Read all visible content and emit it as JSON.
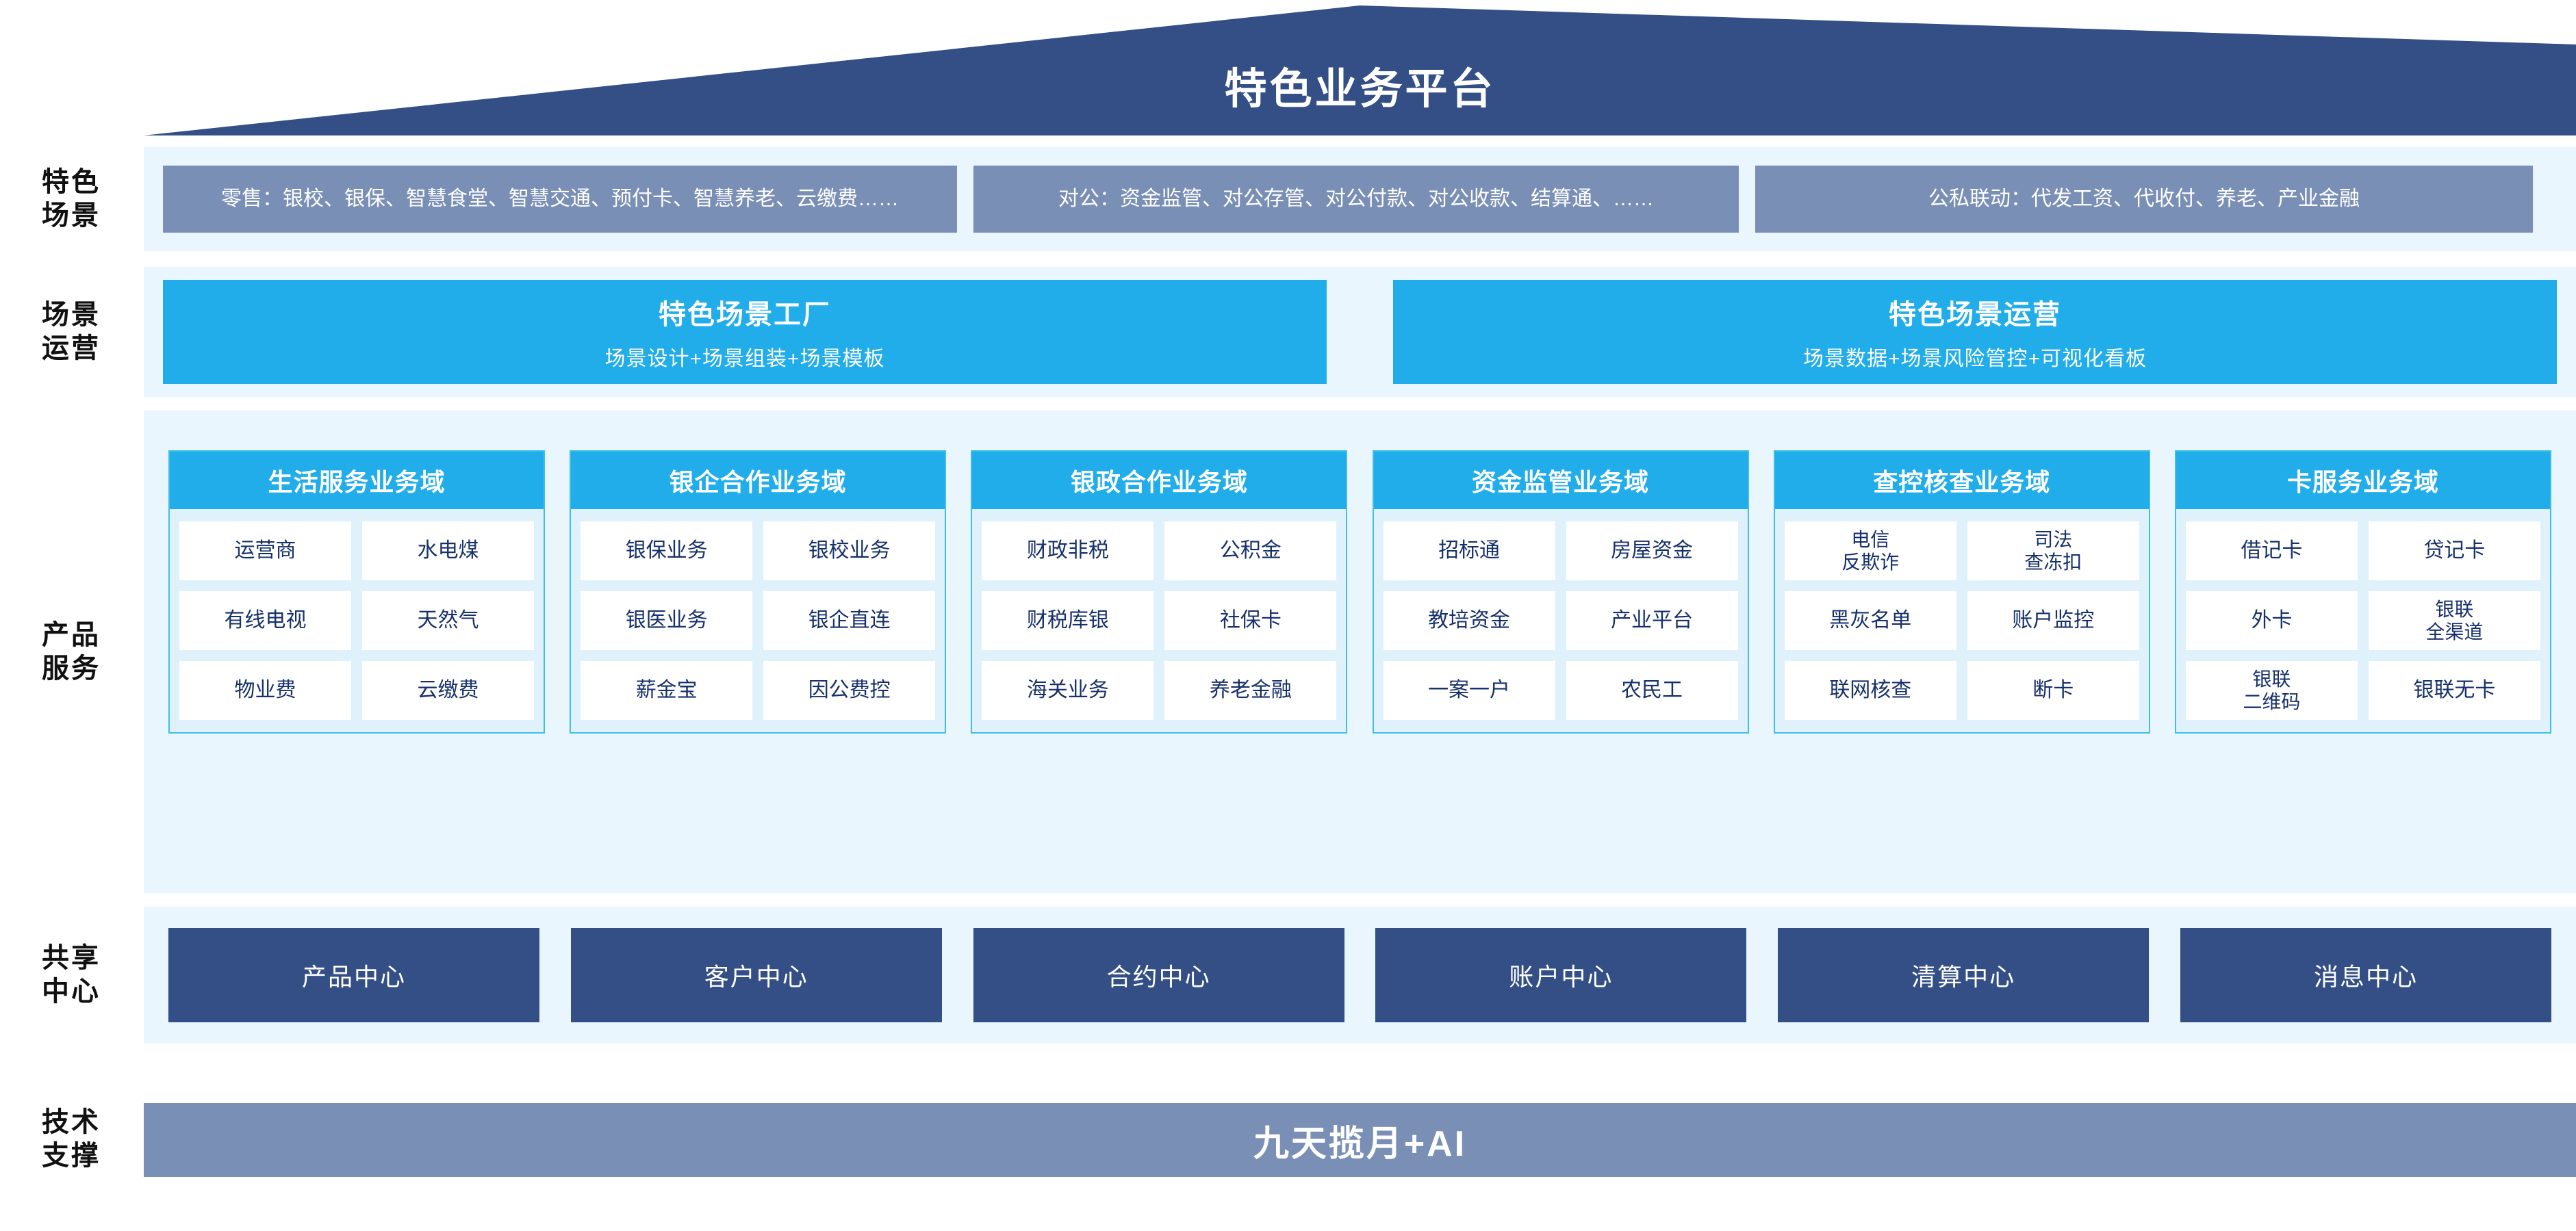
{
  "header": {
    "title": "特色业务平台"
  },
  "colors": {
    "roof_navy": "#334f86",
    "panel_bg": "#e9f6fd",
    "scenario_box": "#7a8fb5",
    "accent_cyan": "#20ade9",
    "card_border": "#3fbfe8",
    "card_inner_bg": "#dff1fb",
    "cell_text": "#16306b",
    "tech_bar": "#7a8fb5"
  },
  "rows": {
    "scenario": {
      "label_line1": "特色",
      "label_line2": "场景",
      "boxes": [
        {
          "text": "零售：银校、银保、智慧食堂、智慧交通、预付卡、智慧养老、云缴费……"
        },
        {
          "text": "对公：资金监管、对公存管、对公付款、对公收款、结算通、……"
        },
        {
          "text": "公私联动：代发工资、代收付、养老、产业金融"
        }
      ]
    },
    "operations": {
      "label_line1": "场景",
      "label_line2": "运营",
      "boxes": [
        {
          "title": "特色场景工厂",
          "subtitle": "场景设计+场景组装+场景模板"
        },
        {
          "title": "特色场景运营",
          "subtitle": "场景数据+场景风险管控+可视化看板"
        }
      ]
    },
    "products": {
      "label_line1": "产品",
      "label_line2": "服务",
      "columns": [
        {
          "title": "生活服务业务域",
          "items": [
            "运营商",
            "水电煤",
            "有线电视",
            "天然气",
            "物业费",
            "云缴费"
          ]
        },
        {
          "title": "银企合作业务域",
          "items": [
            "银保业务",
            "银校业务",
            "银医业务",
            "银企直连",
            "薪金宝",
            "因公费控"
          ]
        },
        {
          "title": "银政合作业务域",
          "items": [
            "财政非税",
            "公积金",
            "财税库银",
            "社保卡",
            "海关业务",
            "养老金融"
          ]
        },
        {
          "title": "资金监管业务域",
          "items": [
            "招标通",
            "房屋资金",
            "教培资金",
            "产业平台",
            "一案一户",
            "农民工"
          ]
        },
        {
          "title": "查控核查业务域",
          "items": [
            "电信\n反欺诈",
            "司法\n查冻扣",
            "黑灰名单",
            "账户监控",
            "联网核查",
            "断卡"
          ]
        },
        {
          "title": "卡服务业务域",
          "items": [
            "借记卡",
            "贷记卡",
            "外卡",
            "银联\n全渠道",
            "银联\n二维码",
            "银联无卡"
          ]
        }
      ]
    },
    "shared_center": {
      "label_line1": "共享",
      "label_line2": "中心",
      "boxes": [
        "产品中心",
        "客户中心",
        "合约中心",
        "账户中心",
        "清算中心",
        "消息中心"
      ]
    },
    "tech_support": {
      "label_line1": "技术",
      "label_line2": "支撑",
      "bar_text": "九天揽月+AI"
    }
  }
}
